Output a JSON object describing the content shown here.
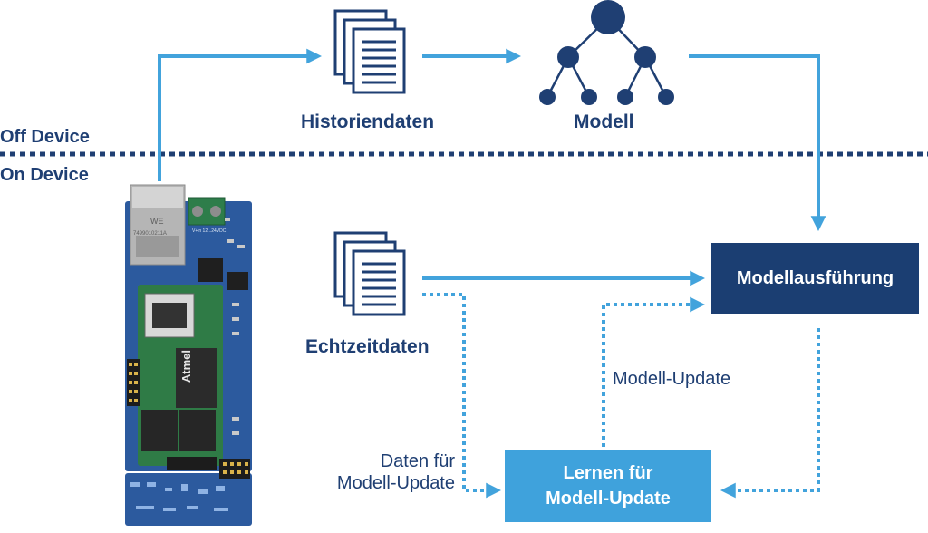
{
  "zones": {
    "off_device": "Off Device",
    "on_device": "On Device"
  },
  "nodes": {
    "historical_data": "Historiendaten",
    "model": "Modell",
    "realtime_data": "Echtzeitdaten",
    "model_execution": "Modellausführung",
    "learning": {
      "line1": "Lernen für",
      "line2": "Modell-Update"
    }
  },
  "edge_labels": {
    "model_update": "Modell-Update",
    "data_for_update": {
      "line1": "Daten für",
      "line2": "Modell-Update"
    }
  },
  "device_labels": {
    "jack_brand": "WE",
    "jack_part": "7499010211A",
    "mcu_brand": "Atmel",
    "terminal_label": "V+in 12...24VDC"
  },
  "colors": {
    "navy": "#1f3f73",
    "light_blue": "#42a3dc",
    "dark_box": "#1b3e72",
    "light_box": "#3fa2dc",
    "pcb_blue": "#2c5a9e",
    "pcb_green": "#2f7b46"
  },
  "icons": [
    "document-stack-icon",
    "tree-model-icon",
    "circuit-board-image"
  ]
}
